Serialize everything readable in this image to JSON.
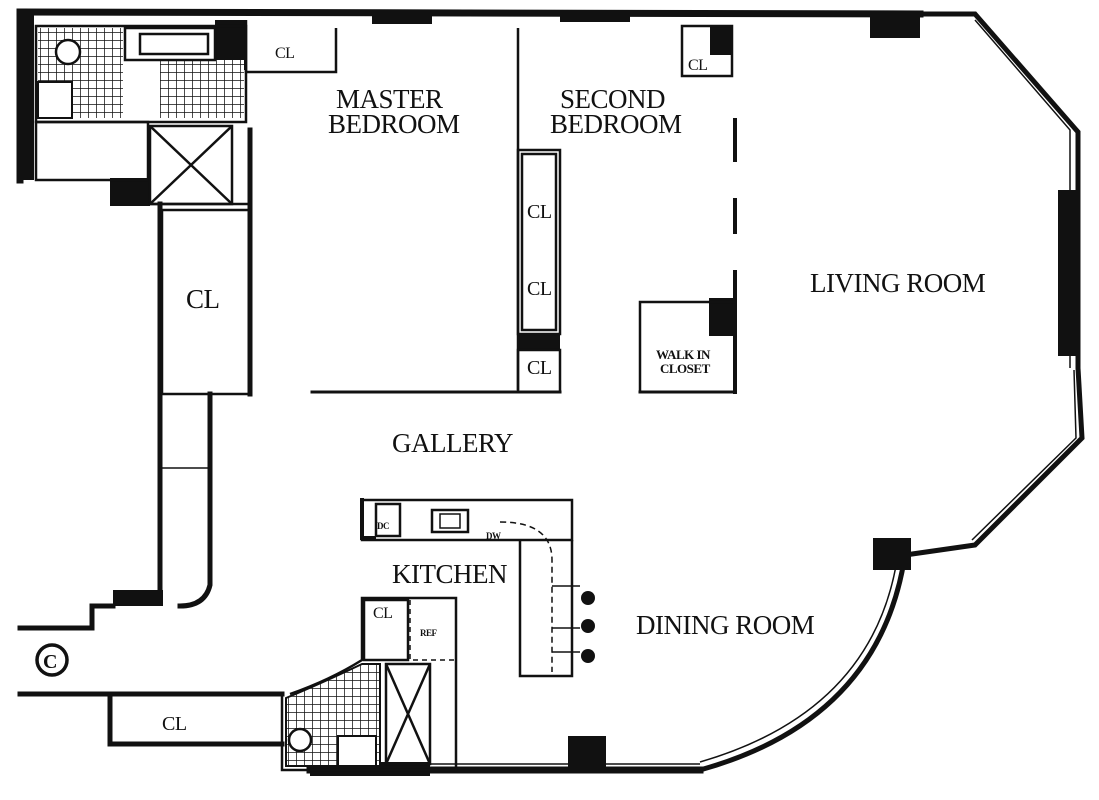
{
  "rooms": {
    "master_bedroom": [
      "MASTER",
      "BEDROOM"
    ],
    "second_bedroom": [
      "SECOND",
      "BEDROOM"
    ],
    "living_room": "LIVING ROOM",
    "gallery": "GALLERY",
    "kitchen": "KITCHEN",
    "dining_room": "DINING ROOM",
    "walk_in_closet": [
      "WALK IN",
      "CLOSET"
    ]
  },
  "closets": {
    "cl_master": "CL",
    "cl_second_top": "CL",
    "cl_hall_large": "CL",
    "cl_second_1": "CL",
    "cl_second_2": "CL",
    "cl_second_3": "CL",
    "cl_bottom": "CL",
    "cl_kitchen": "CL"
  },
  "fixtures": {
    "dw": "DW",
    "ref": "REF",
    "dc": "DC"
  },
  "entrance_marker": "C"
}
